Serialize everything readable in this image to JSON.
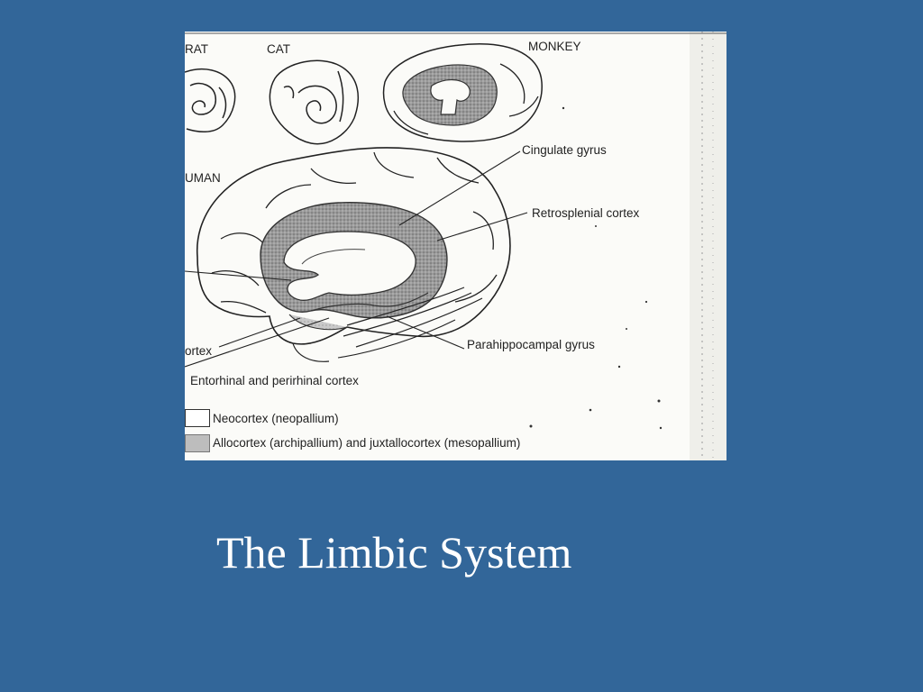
{
  "slide": {
    "title": "The Limbic System",
    "background_color": "#326699"
  },
  "figure": {
    "species_labels": {
      "rat": "RAT",
      "cat": "CAT",
      "monkey": "MONKEY",
      "human": "UMAN"
    },
    "structure_labels": {
      "cingulate": "Cingulate gyrus",
      "retrosplenial": "Retrosplenial cortex",
      "parahippocampal": "Parahippocampal gyrus",
      "ortex": "ortex",
      "entorhinal": "Entorhinal and perirhinal cortex"
    },
    "legend": {
      "neocortex": "Neocortex (neopallium)",
      "allocortex": "Allocortex (archipallium) and juxtallocortex (mesopallium)"
    }
  }
}
